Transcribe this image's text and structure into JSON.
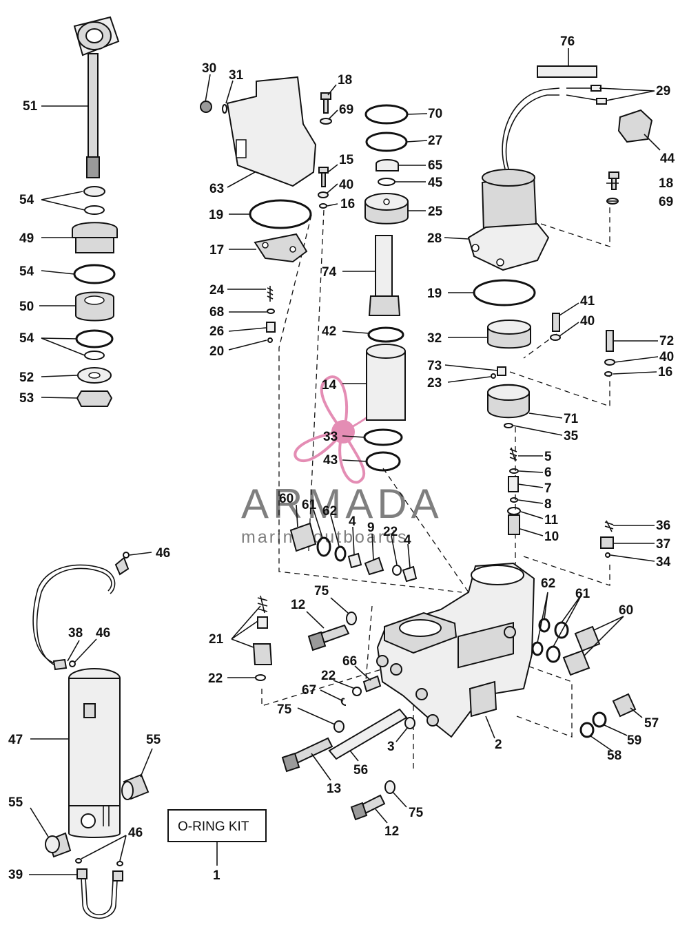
{
  "watermark": {
    "title": "ARMADA",
    "subtitle": "marine outboards",
    "logo_color": "#e07aa8"
  },
  "kit_box": {
    "label": "O-RING KIT",
    "callout": "1"
  },
  "callouts": {
    "c76": "76",
    "c29": "29",
    "c44": "44",
    "c30": "30",
    "c31": "31",
    "c18a": "18",
    "c69a": "69",
    "c70": "70",
    "c27": "27",
    "c51": "51",
    "c63": "63",
    "c15": "15",
    "c65": "65",
    "c40a": "40",
    "c45": "45",
    "c16a": "16",
    "c25": "25",
    "c19a": "19",
    "c18b": "18",
    "c69b": "69",
    "c54a": "54",
    "c49": "49",
    "c17": "17",
    "c28": "28",
    "c74": "74",
    "c54b": "54",
    "c24": "24",
    "c19b": "19",
    "c41": "41",
    "c50": "50",
    "c68": "68",
    "c40b": "40",
    "c26": "26",
    "c42": "42",
    "c54c": "54",
    "c72": "72",
    "c32": "32",
    "c20": "20",
    "c40c": "40",
    "c52": "52",
    "c73": "73",
    "c16b": "16",
    "c23": "23",
    "c14": "14",
    "c53": "53",
    "c71": "71",
    "c33": "33",
    "c35": "35",
    "c5": "5",
    "c43": "43",
    "c6": "6",
    "c7": "7",
    "c60a": "60",
    "c61a": "61",
    "c8": "8",
    "c62a": "62",
    "c11": "11",
    "c4a": "4",
    "c9": "9",
    "c22a": "22",
    "c4b": "4",
    "c10": "10",
    "c36": "36",
    "c46a": "46",
    "c37": "37",
    "c34": "34",
    "c62b": "62",
    "c75a": "75",
    "c61b": "61",
    "c12a": "12",
    "c60b": "60",
    "c38": "38",
    "c46b": "46",
    "c21": "21",
    "c66": "66",
    "c22b": "22",
    "c22c": "22",
    "c67": "67",
    "c57": "57",
    "c75b": "75",
    "c47": "47",
    "c55a": "55",
    "c3": "3",
    "c2": "2",
    "c59": "59",
    "c56": "56",
    "c58": "58",
    "c13": "13",
    "c55b": "55",
    "c75c": "75",
    "c46c": "46",
    "c12b": "12",
    "c39": "39"
  }
}
